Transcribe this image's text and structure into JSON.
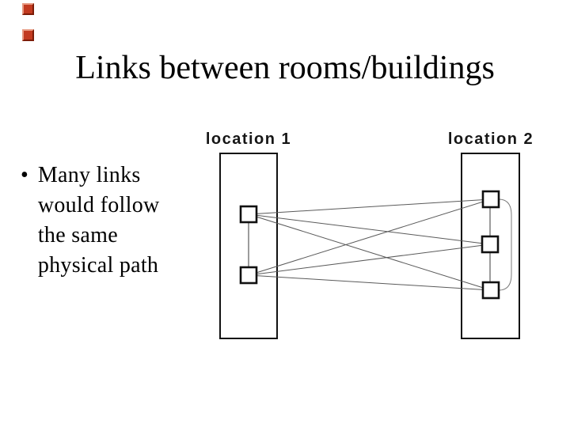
{
  "slide": {
    "title": "Links between rooms/buildings",
    "bullet": {
      "marker": "•",
      "text": "Many links would follow the same physical path",
      "lines": [
        "Many links",
        "would follow",
        "the same",
        "physical path"
      ]
    }
  },
  "diagram": {
    "left_label": "location 1",
    "right_label": "location 2",
    "left_node_count": 2,
    "right_node_count": 3,
    "links": [
      {
        "from": "location1-port1",
        "to": "location2-port1"
      },
      {
        "from": "location1-port1",
        "to": "location2-port2"
      },
      {
        "from": "location1-port1",
        "to": "location2-port3"
      },
      {
        "from": "location1-port2",
        "to": "location2-port1"
      },
      {
        "from": "location1-port2",
        "to": "location2-port2"
      },
      {
        "from": "location1-port2",
        "to": "location2-port3"
      }
    ],
    "internal_links": [
      {
        "from": "location1-port1",
        "to": "location1-port2",
        "shape": "straight"
      },
      {
        "from": "location2-port1",
        "to": "location2-port2",
        "shape": "straight"
      },
      {
        "from": "location2-port2",
        "to": "location2-port3",
        "shape": "straight"
      },
      {
        "from": "location2-port1",
        "to": "location2-port3",
        "shape": "loop-right"
      }
    ]
  },
  "colors": {
    "background": "#ffffff",
    "ink": "#111111",
    "link_line": "#5a5a5a",
    "loop_line": "#7a7a7a",
    "accent_red": "#c23a20"
  }
}
